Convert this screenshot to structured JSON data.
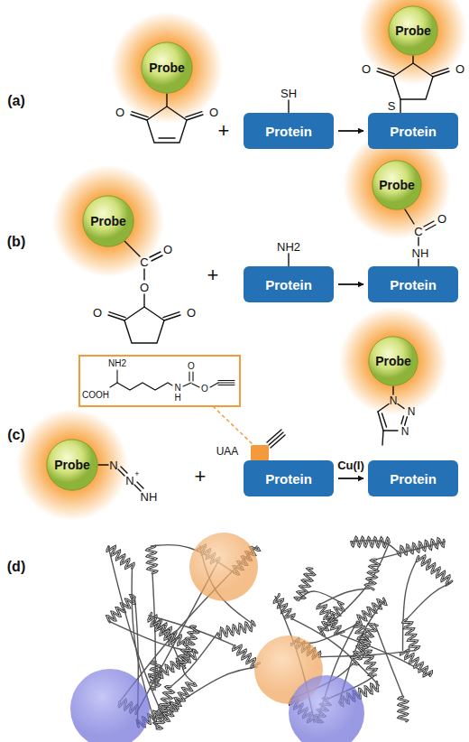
{
  "diagram": {
    "nodes": [
      {
        "text": [
          "Probe"
        ]
      },
      {
        "text": [
          "Protein"
        ]
      },
      {
        "text": [
          "Probe"
        ]
      },
      {
        "text": [
          "Protein"
        ]
      },
      {
        "text": [
          "Probe"
        ]
      },
      {
        "text": [
          "Protein"
        ]
      },
      {
        "text": [
          "Probe"
        ]
      },
      {
        "text": [
          "Protein"
        ]
      },
      {
        "text": [
          "Probe"
        ]
      },
      {
        "text": [
          "Protein"
        ]
      },
      {
        "text": [
          "Probe"
        ]
      },
      {
        "text": [
          "Protein"
        ]
      }
    ],
    "edges": [
      {
        "from": 1,
        "to": 3,
        "arrow": "to"
      },
      {
        "from": 5,
        "to": 7,
        "arrow": "to"
      },
      {
        "from": 9,
        "to": 11,
        "label": "Cu(I)",
        "arrow": "to"
      }
    ],
    "labels": [
      "(a)",
      "O",
      "O",
      "+",
      "SH",
      "O",
      "O",
      "S",
      "(b)",
      "C",
      "O",
      "O",
      "O",
      "O",
      "+",
      "NH2",
      "O",
      "C",
      "NH",
      "(c)",
      "NH2",
      "COOH",
      "N",
      "H",
      "O",
      "O",
      "UAA",
      "N",
      "N",
      "+",
      "NH",
      "+",
      "N",
      "N",
      "N",
      "(d)"
    ]
  }
}
